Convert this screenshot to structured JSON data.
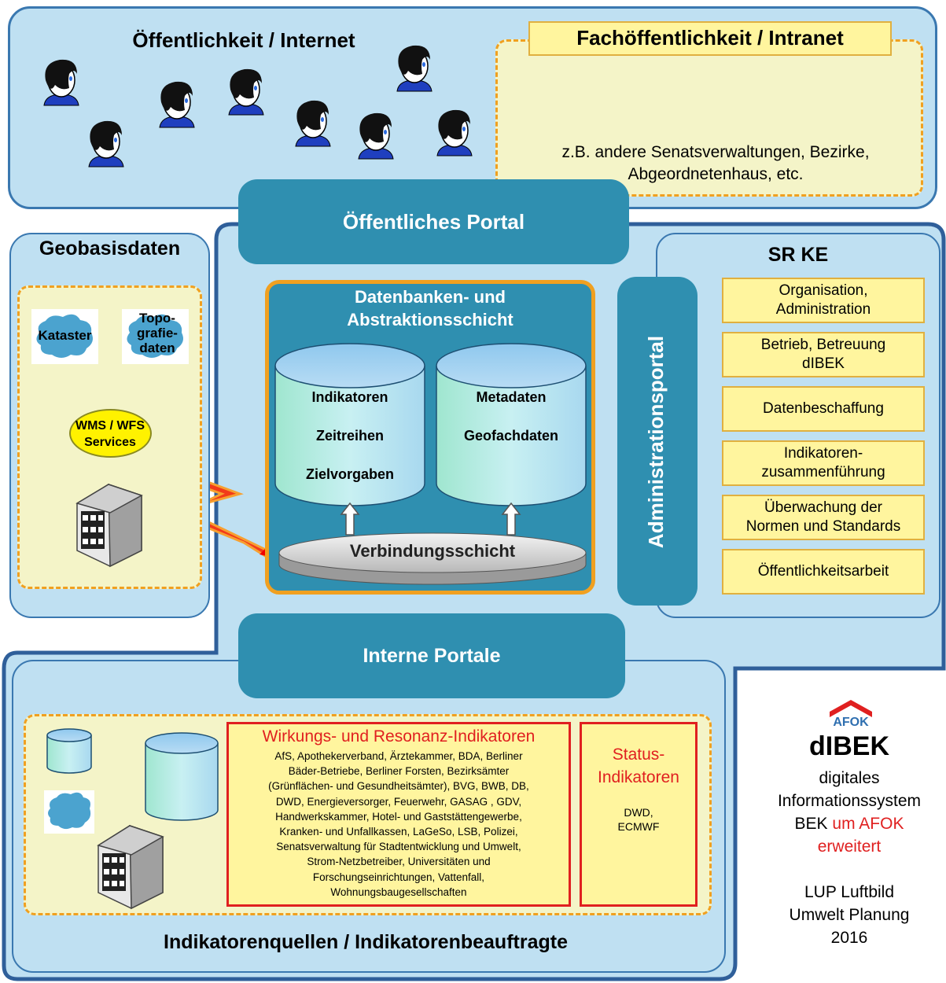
{
  "public_section": {
    "title": "Öffentlichkeit / Internet"
  },
  "intranet_section": {
    "title": "Fachöffentlichkeit / Intranet",
    "description_line1": "z.B. andere Senatsverwaltungen, Bezirke,",
    "description_line2": "Abgeordnetenhaus, etc."
  },
  "public_portal": {
    "label": "Öffentliches Portal"
  },
  "internal_portal": {
    "label": "Interne Portale"
  },
  "admin_portal": {
    "label": "Administrationsportal"
  },
  "geobasis": {
    "title": "Geobasisdaten",
    "kataster": "Kataster",
    "topo_line1": "Topo-",
    "topo_line2": "grafie-",
    "topo_line3": "daten",
    "wms_line1": "WMS / WFS",
    "wms_line2": "Services"
  },
  "database_layer": {
    "title_line1": "Datenbanken- und",
    "title_line2": "Abstraktionsschicht",
    "db1": [
      "Indikatoren",
      "Zeitreihen",
      "Zielvorgaben"
    ],
    "db2": [
      "Metadaten",
      "Geofachdaten"
    ],
    "connection_layer": "Verbindungsschicht"
  },
  "sr_ke": {
    "title": "SR KE",
    "items": [
      {
        "line1": "Organisation,",
        "line2": "Administration"
      },
      {
        "line1": "Betrieb, Betreuung",
        "line2": "dIBEK"
      },
      {
        "line1": "Datenbeschaffung",
        "line2": ""
      },
      {
        "line1": "Indikatoren-",
        "line2": "zusammenführung"
      },
      {
        "line1": "Überwachung der",
        "line2": "Normen und Standards"
      },
      {
        "line1": "Öffentlichkeitsarbeit",
        "line2": ""
      }
    ]
  },
  "sources": {
    "title": "Indikatorenquellen / Indikatorenbeauftragte",
    "impact_title": "Wirkungs- und Resonanz-Indikatoren",
    "impact_lines": [
      "AfS, Apothekerverband, Ärztekammer, BDA, Berliner",
      "Bäder-Betriebe, Berliner Forsten, Bezirksämter",
      "(Grünflächen- und Gesundheitsämter), BVG, BWB, DB,",
      "DWD, Energieversorger, Feuerwehr, GASAG , GDV,",
      "Handwerkskammer, Hotel- und Gaststättengewerbe,",
      "Kranken- und Unfallkassen, LaGeSo, LSB, Polizei,",
      "Senatsverwaltung für Stadtentwicklung und Umwelt,",
      "Strom-Netzbetreiber, Universitäten und",
      "Forschungseinrichtungen, Vattenfall,",
      "Wohnungsbaugesellschaften"
    ],
    "status_title_line1": "Status-",
    "status_title_line2": "Indikatoren",
    "status_line1": "DWD,",
    "status_line2": "ECMWF"
  },
  "branding": {
    "logo_text": "AFOK",
    "name": "dIBEK",
    "line1": "digitales",
    "line2": "Informationssystem",
    "line3_black": "BEK",
    "line3_red": "um AFOK",
    "line4_red": "erweitert",
    "credit1": "LUP Luftbild",
    "credit2": "Umwelt Planung",
    "credit3": "2016"
  },
  "colors": {
    "panel_light": "#bfe0f2",
    "panel_border": "#3a78b0",
    "portal": "#2f8fb0",
    "yellow_box": "#fff59e",
    "dash_orange": "#f0a020",
    "red_accent": "#e02020"
  }
}
